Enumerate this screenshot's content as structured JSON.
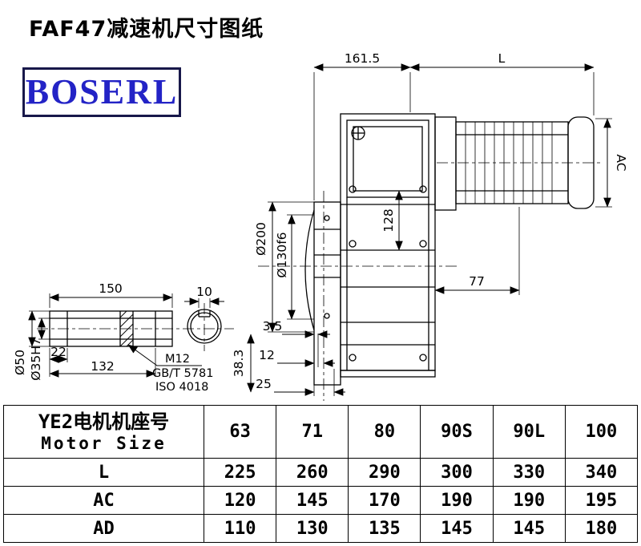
{
  "page": {
    "title": "FAF47减速机尺寸图纸",
    "logo_text": "BOSERL"
  },
  "drawing": {
    "dim_161_5": "161.5",
    "dim_L": "L",
    "dim_AC": "AC",
    "dim_200": "Ø200",
    "dim_130": "Ø130f6",
    "dim_128": "128",
    "dim_77": "77",
    "dim_3_5": "3.5",
    "dim_12": "12",
    "dim_25": "25",
    "dim_38_3": "38.3",
    "dim_150": "150",
    "dim_10": "10",
    "dim_22": "22",
    "dim_132": "132",
    "dim_50": "Ø50",
    "dim_35": "Ø35H7",
    "note_m12": "M12",
    "note_gb": "GB/T 5781",
    "note_iso": "ISO 4018"
  },
  "table": {
    "header_cn": "YE2电机机座号",
    "header_en": "Motor Size",
    "motor_sizes": [
      "63",
      "71",
      "80",
      "90S",
      "90L",
      "100"
    ],
    "rows": [
      {
        "label": "L",
        "values": [
          "225",
          "260",
          "290",
          "300",
          "330",
          "340"
        ]
      },
      {
        "label": "AC",
        "values": [
          "120",
          "145",
          "170",
          "190",
          "190",
          "195"
        ]
      },
      {
        "label": "AD",
        "values": [
          "110",
          "130",
          "135",
          "145",
          "145",
          "180"
        ]
      }
    ]
  }
}
